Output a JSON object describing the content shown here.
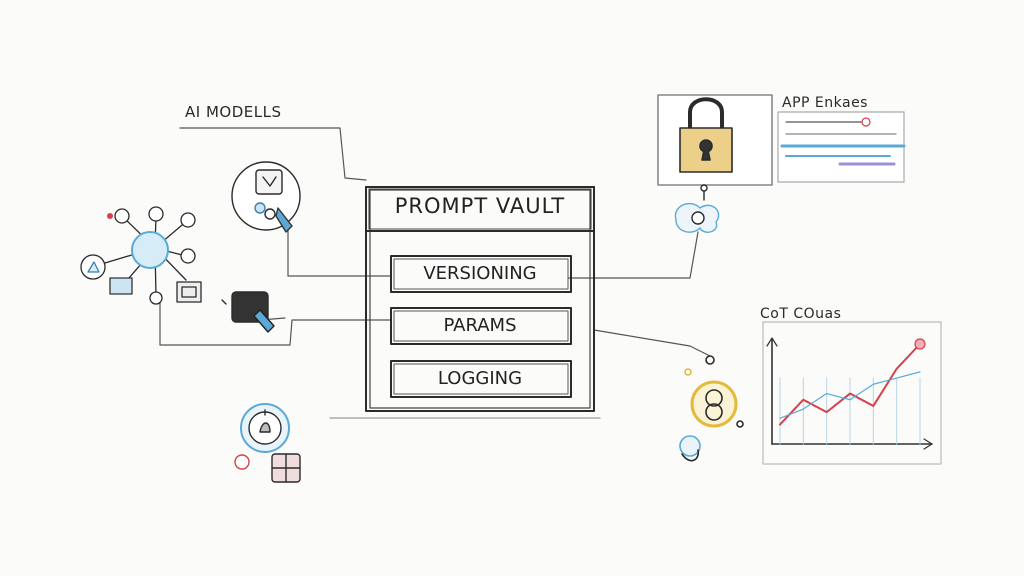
{
  "labels": {
    "ai_models": "AI MODELLS",
    "app_entries": "APP Enkaes",
    "cost_chart": "CoT COuas"
  },
  "vault": {
    "title": "PROMPT VAULT",
    "items": [
      "VERSIONING",
      "PARAMS",
      "LOGGING"
    ]
  },
  "colors": {
    "ink": "#2b2b2b",
    "accent_blue": "#5aa9d6",
    "accent_yellow": "#e6b93a",
    "accent_red": "#d6404a",
    "accent_purple": "#9b8fd8",
    "lock_fill": "#ecd089"
  },
  "icons": [
    "node-network-icon",
    "model-chip-icon",
    "pointer-cursor-icon",
    "lock-icon",
    "cloud-node-icon",
    "gear-node-icon",
    "ring-node-icon"
  ],
  "chart_data": {
    "type": "line",
    "title": "CoT COuas",
    "xlabel": "",
    "ylabel": "",
    "grid": true,
    "series": [
      {
        "values": [
          1.0,
          2.6,
          1.8,
          3.0,
          2.2,
          4.6,
          6.2
        ]
      },
      {
        "values": [
          1.4,
          2.0,
          3.0,
          2.6,
          3.6,
          4.0,
          4.4
        ]
      }
    ]
  }
}
